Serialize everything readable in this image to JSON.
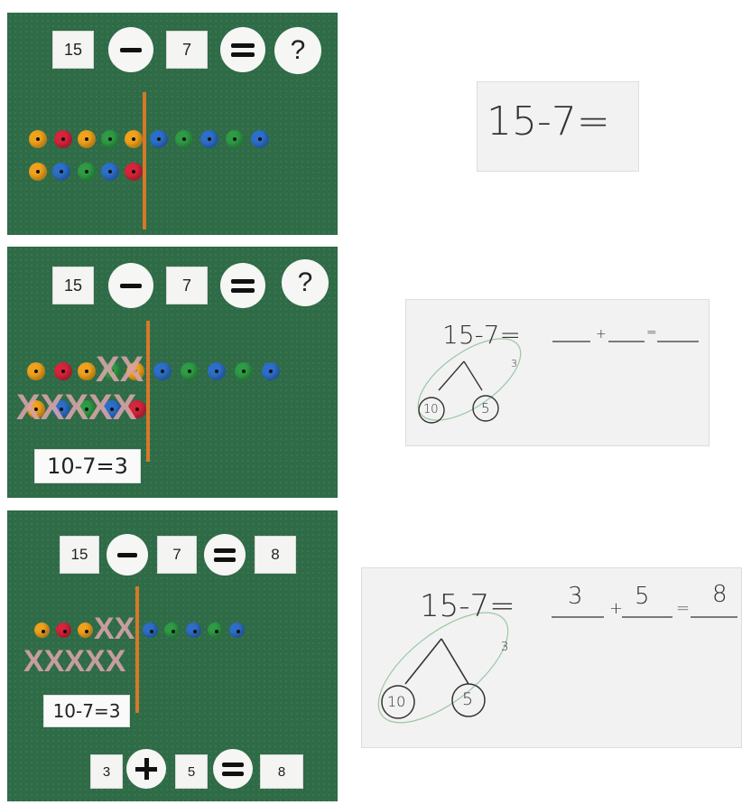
{
  "panel1": {
    "cards": {
      "a": "15",
      "b": "7",
      "result": "?"
    },
    "note": "15-7="
  },
  "panel2": {
    "cards": {
      "a": "15",
      "b": "7",
      "result": "?"
    },
    "strip": "10-7=3",
    "note": {
      "eq": "15-7=",
      "plus": "+",
      "equals": "=",
      "sub": "3",
      "left_circle": "10",
      "right_circle": "5"
    }
  },
  "panel3": {
    "cards": {
      "a": "15",
      "b": "7",
      "result": "8"
    },
    "strip": "10-7=3",
    "bottom": {
      "a": "3",
      "b": "5",
      "result": "8"
    },
    "note": {
      "eq": "15-7=",
      "v1": "3",
      "plus": "+",
      "v2": "5",
      "equals": "=",
      "v3": "8",
      "sub": "3",
      "left_circle": "10",
      "right_circle": "5"
    }
  },
  "colors": {
    "board": "#2f6b47",
    "bead_yellow": "#f0a21c",
    "bead_red": "#d6243a",
    "bead_green": "#2e9b45",
    "bead_blue": "#2d6fc8",
    "string": "#d6782a"
  }
}
